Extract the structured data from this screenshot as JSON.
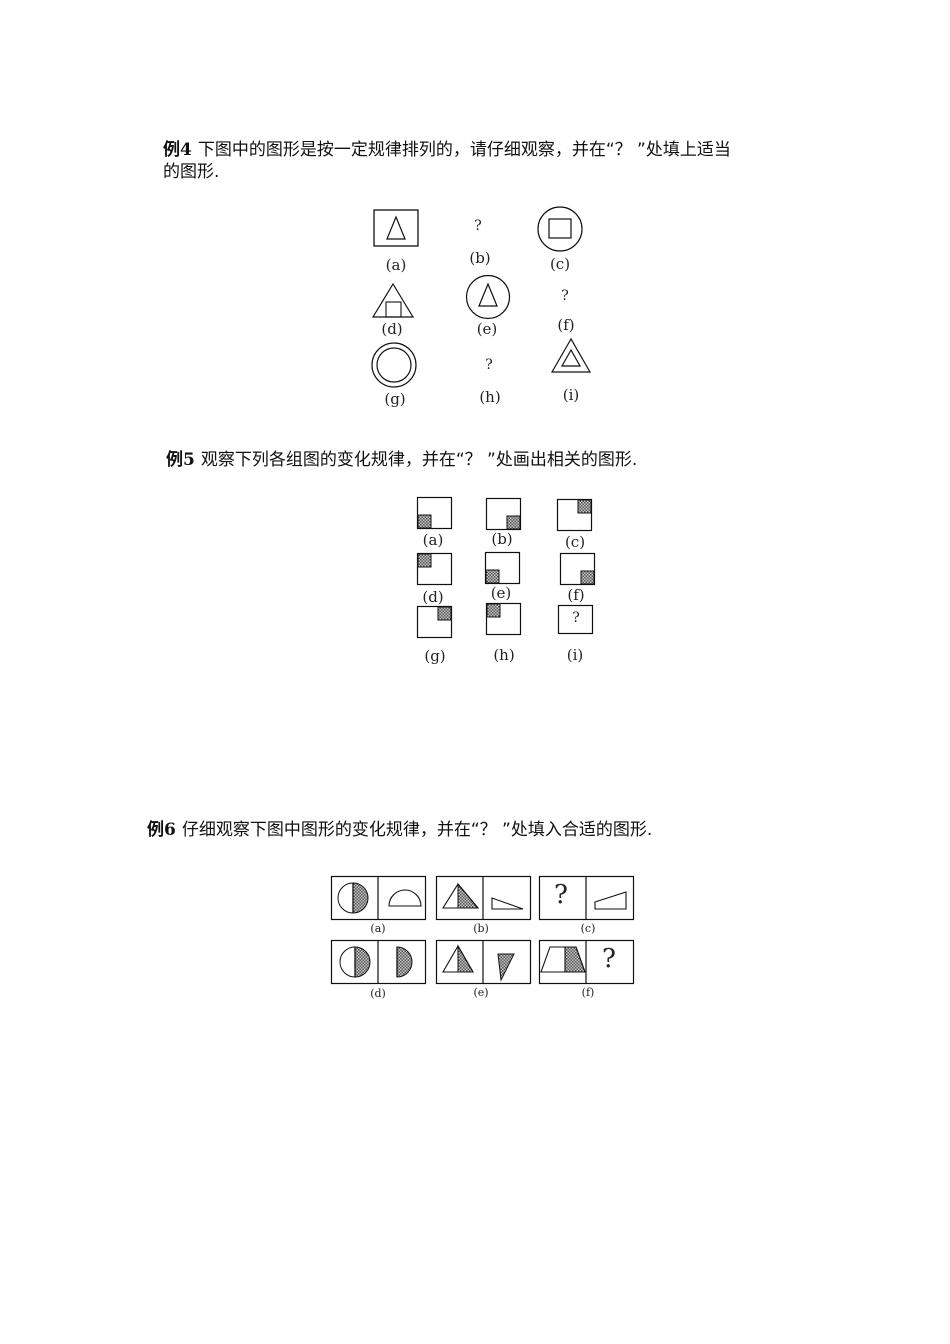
{
  "examples": [
    {
      "number": "例4",
      "text_line1": "下图中的图形是按一定规律排列的，请仔细观察，并在“？ ”处填上适当",
      "text_line2": "的图形.",
      "figures": [
        {
          "label": "(a)",
          "shape": "square-with-triangle"
        },
        {
          "label": "(b)",
          "shape": "question-mark",
          "text": "?"
        },
        {
          "label": "(c)",
          "shape": "circle-with-square"
        },
        {
          "label": "(d)",
          "shape": "triangle-with-square"
        },
        {
          "label": "(e)",
          "shape": "circle-with-triangle"
        },
        {
          "label": "(f)",
          "shape": "question-mark",
          "text": "?"
        },
        {
          "label": "(g)",
          "shape": "circle-with-circle"
        },
        {
          "label": "(h)",
          "shape": "question-mark",
          "text": "?"
        },
        {
          "label": "(i)",
          "shape": "triangle-with-triangle"
        }
      ]
    },
    {
      "number": "例5",
      "text_line1": "观察下列各组图的变化规律，并在“？ ”处画出相关的图形.",
      "figures": [
        {
          "label": "(a)",
          "shaded_corner": "bottom-left"
        },
        {
          "label": "(b)",
          "shaded_corner": "bottom-right"
        },
        {
          "label": "(c)",
          "shaded_corner": "top-right"
        },
        {
          "label": "(d)",
          "shaded_corner": "top-left"
        },
        {
          "label": "(e)",
          "shaded_corner": "bottom-left"
        },
        {
          "label": "(f)",
          "shaded_corner": "bottom-right"
        },
        {
          "label": "(g)",
          "shaded_corner": "top-right"
        },
        {
          "label": "(h)",
          "shaded_corner": "top-left"
        },
        {
          "label": "(i)",
          "shaded_corner": "none",
          "text": "?"
        }
      ]
    },
    {
      "number": "例6",
      "text_line1": "仔细观察下图中图形的变化规律，并在“？ ”处填入合适的图形.",
      "figures": [
        {
          "label": "(a)",
          "left": "half-shaded-circle",
          "right": "semicircle-outline"
        },
        {
          "label": "(b)",
          "left": "half-shaded-triangle",
          "right": "right-triangle-outline"
        },
        {
          "label": "(c)",
          "left": "question-mark",
          "right": "trapezoid-outline",
          "text": "?"
        },
        {
          "label": "(d)",
          "left": "half-shaded-circle",
          "right": "shaded-half-circle"
        },
        {
          "label": "(e)",
          "left": "half-shaded-triangle",
          "right": "shaded-triangle"
        },
        {
          "label": "(f)",
          "left": "half-shaded-trapezoid",
          "right": "question-mark",
          "text": "?"
        }
      ]
    }
  ],
  "colors": {
    "ink": "#111111",
    "shade": "#8a8a8a"
  }
}
